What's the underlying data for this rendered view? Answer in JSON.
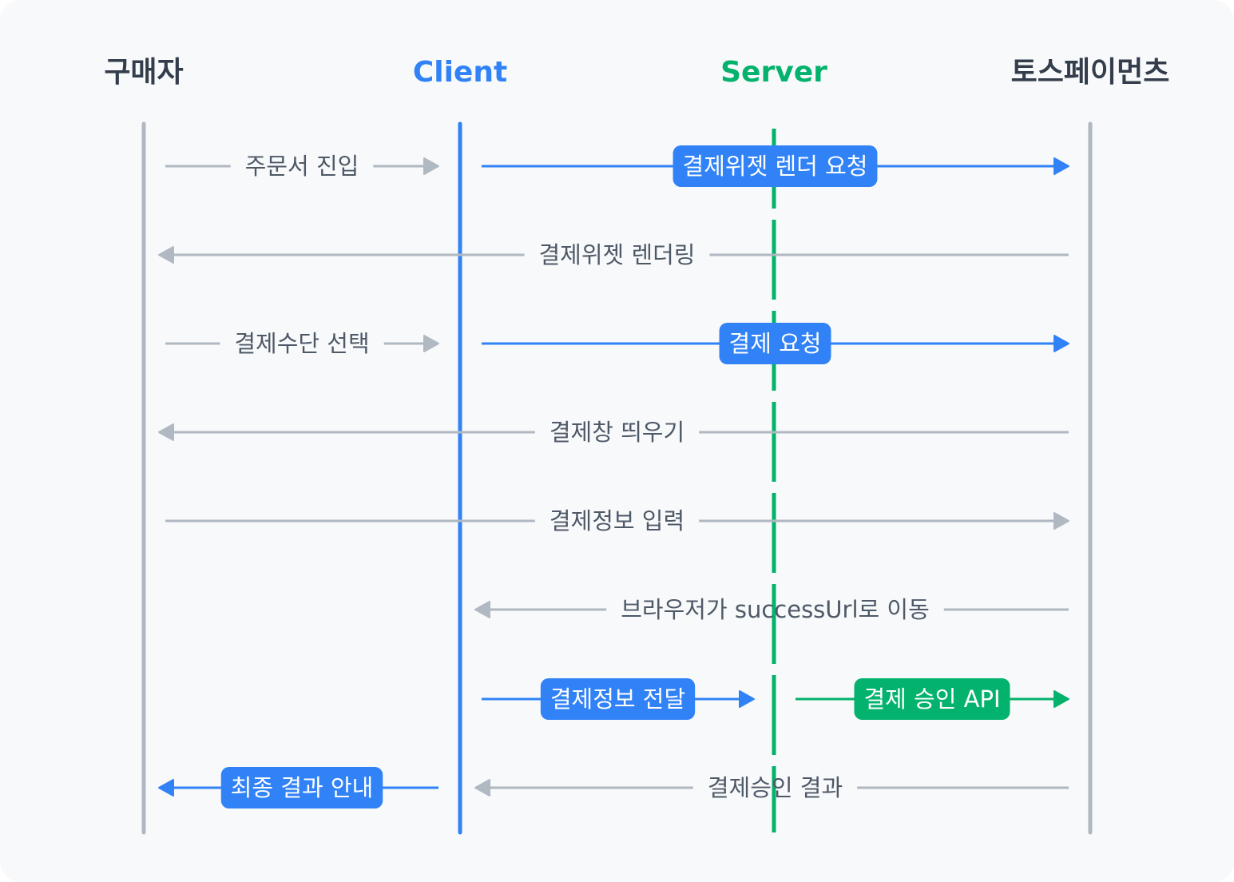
{
  "colors": {
    "background": "#f8f9fa",
    "gray": "#b0b8c1",
    "gray_text": "#4e5968",
    "blue": "#3182f6",
    "green": "#03b26c",
    "dark": "#333d4b"
  },
  "actors": [
    {
      "id": "buyer",
      "label": "구매자",
      "color": "#333d4b",
      "lifeline": "gray"
    },
    {
      "id": "client",
      "label": "Client",
      "color": "#3182f6",
      "lifeline": "blue"
    },
    {
      "id": "server",
      "label": "Server",
      "color": "#03b26c",
      "lifeline": "green-dashed"
    },
    {
      "id": "toss",
      "label": "토스페이먼츠",
      "color": "#333d4b",
      "lifeline": "gray"
    }
  ],
  "messages": [
    {
      "from": "buyer",
      "to": "client",
      "label": "주문서 진입",
      "style": "gray"
    },
    {
      "from": "client",
      "to": "toss",
      "label": "결제위젯 렌더 요청",
      "style": "blue-badge"
    },
    {
      "from": "toss",
      "to": "buyer",
      "label": "결제위젯 렌더링",
      "style": "gray"
    },
    {
      "from": "buyer",
      "to": "client",
      "label": "결제수단 선택",
      "style": "gray"
    },
    {
      "from": "client",
      "to": "toss",
      "label": "결제 요청",
      "style": "blue-badge"
    },
    {
      "from": "toss",
      "to": "buyer",
      "label": "결제창 띄우기",
      "style": "gray"
    },
    {
      "from": "buyer",
      "to": "toss",
      "label": "결제정보 입력",
      "style": "gray"
    },
    {
      "from": "toss",
      "to": "client",
      "label": "브라우저가 successUrl로 이동",
      "style": "gray"
    },
    {
      "from": "client",
      "to": "server",
      "label": "결제정보 전달",
      "style": "blue-badge"
    },
    {
      "from": "server",
      "to": "toss",
      "label": "결제 승인 API",
      "style": "green-badge"
    },
    {
      "from": "toss",
      "to": "client",
      "label": "결제승인 결과",
      "style": "gray"
    },
    {
      "from": "client",
      "to": "buyer",
      "label": "최종 결과 안내",
      "style": "blue-badge"
    }
  ]
}
